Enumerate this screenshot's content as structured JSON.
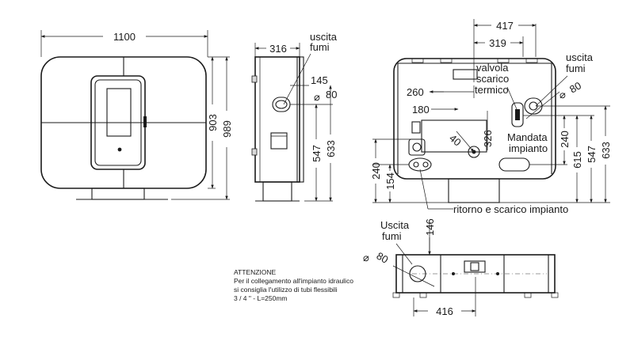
{
  "front_view": {
    "width_dim": "1100",
    "height_dim_inner": "903",
    "height_dim_outer": "989"
  },
  "side_view": {
    "depth_dim": "316",
    "flue_label_1": "uscita",
    "flue_label_2": "fumi",
    "flue_height_dim": "145",
    "flue_diameter_dim": "80",
    "dim_547": "547",
    "dim_633": "633"
  },
  "rear_view": {
    "dim_417": "417",
    "dim_319": "319",
    "flue_label_1": "uscita",
    "flue_label_2": "fumi",
    "flue_diameter_dim": "80",
    "dim_260": "260",
    "dim_180": "180",
    "valve_label_1": "valvola",
    "valve_label_2": "scarico",
    "valve_label_3": "termico",
    "dim_326": "326",
    "dim_40": "40",
    "supply_label_1": "Mandata",
    "supply_label_2": "impianto",
    "dim_240_left": "240",
    "dim_154": "154",
    "dim_240_right": "240",
    "dim_615": "615",
    "dim_547": "547",
    "dim_633": "633",
    "return_label": "ritorno e scarico impianto"
  },
  "top_view": {
    "flue_label_1": "Uscita",
    "flue_label_2": "fumi",
    "dim_146": "146",
    "flue_diameter_dim": "80",
    "dim_416": "416"
  },
  "note": {
    "title": "ATTENZIONE",
    "line1": "Per il collegamento all'impianto idraulico",
    "line2": "si consiglia l'utilizzo di tubi flessibili",
    "line3": "3 / 4 \" -  L=250mm"
  },
  "symbols": {
    "diameter": "⌀"
  }
}
